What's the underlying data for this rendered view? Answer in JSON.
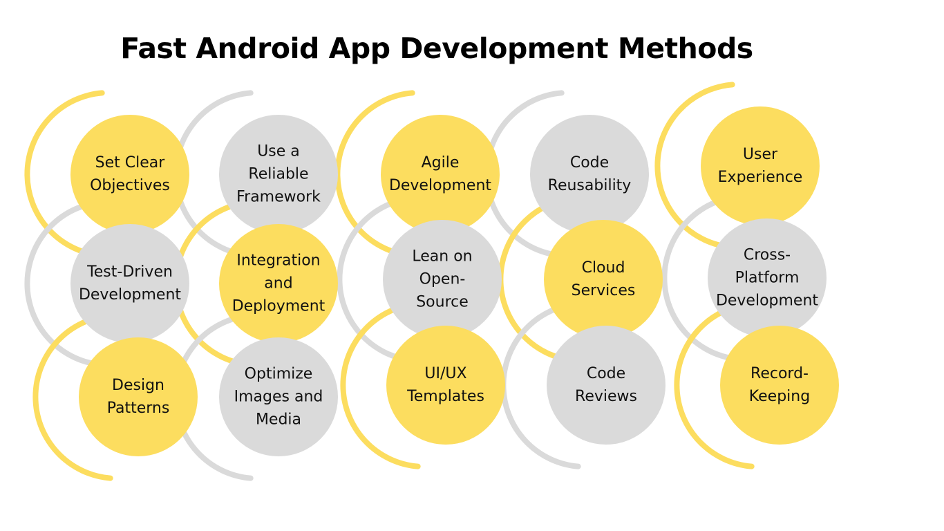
{
  "title": "Fast Android App Development Methods",
  "colors": {
    "yellow": "#FCDD5F",
    "gray": "#DADADA"
  },
  "items": [
    {
      "label": "Set Clear\nObjectives",
      "color": "yellow"
    },
    {
      "label": "Use a\nReliable\nFramework",
      "color": "gray"
    },
    {
      "label": "Agile\nDevelopment",
      "color": "yellow"
    },
    {
      "label": "Code\nReusability",
      "color": "gray"
    },
    {
      "label": "User\nExperience",
      "color": "yellow"
    },
    {
      "label": "Test-Driven\nDevelopment",
      "color": "gray"
    },
    {
      "label": "Integration\nand\nDeployment",
      "color": "yellow"
    },
    {
      "label": "Lean on\nOpen-\nSource",
      "color": "gray"
    },
    {
      "label": "Cloud\nServices",
      "color": "yellow"
    },
    {
      "label": "Cross-\nPlatform\nDevelopment",
      "color": "gray"
    },
    {
      "label": "Design\nPatterns",
      "color": "yellow"
    },
    {
      "label": "Optimize\nImages and\nMedia",
      "color": "gray"
    },
    {
      "label": "UI/UX\nTemplates",
      "color": "yellow"
    },
    {
      "label": "Code\nReviews",
      "color": "gray"
    },
    {
      "label": "Record-\nKeeping",
      "color": "yellow"
    }
  ]
}
